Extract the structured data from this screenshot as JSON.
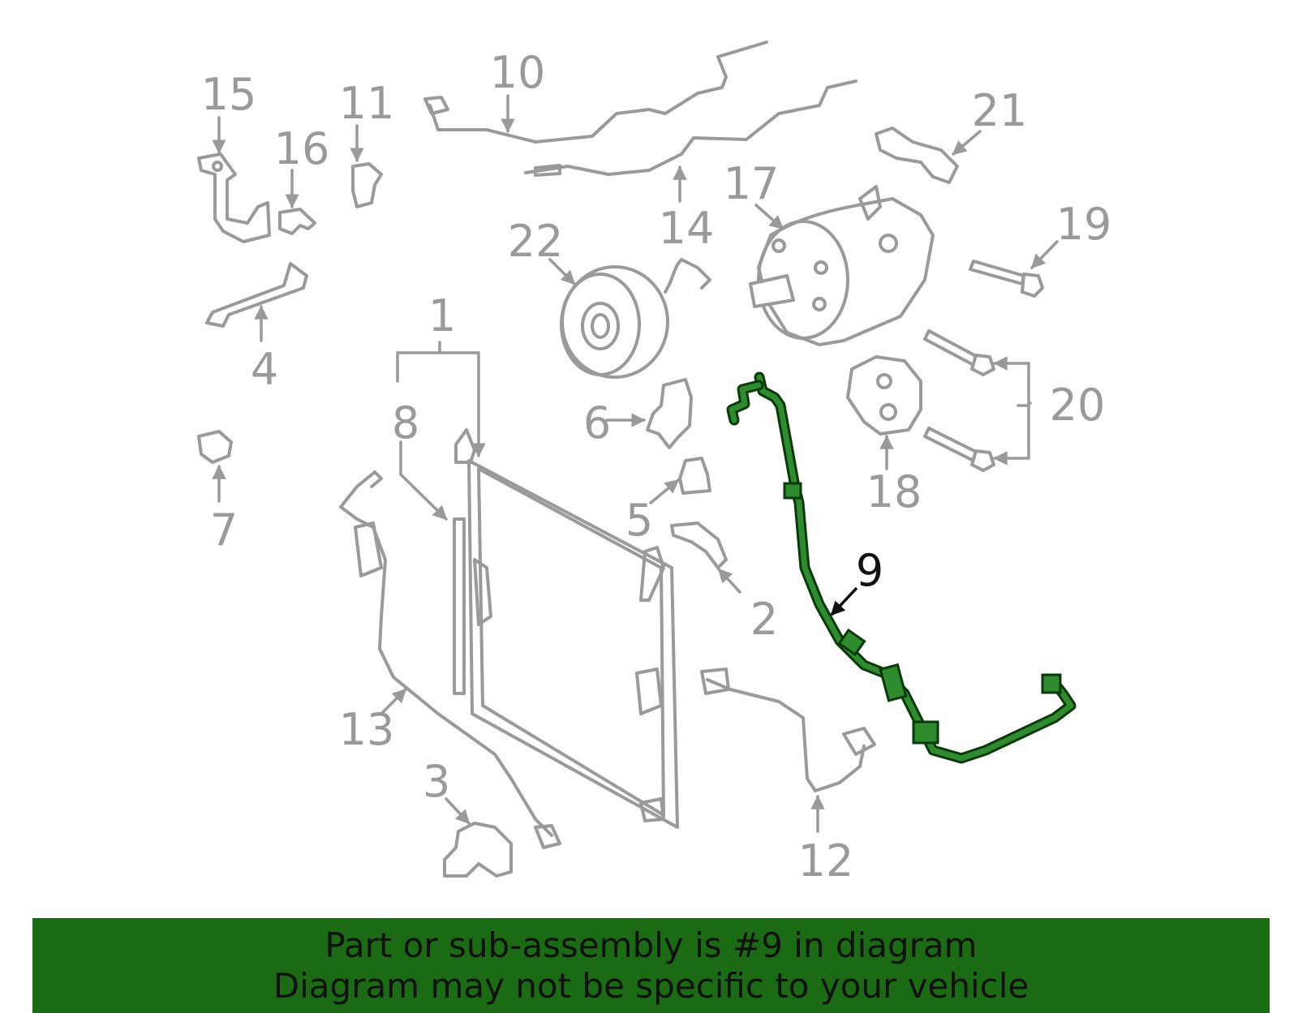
{
  "callouts": [
    {
      "id": "1",
      "label": "1"
    },
    {
      "id": "2",
      "label": "2"
    },
    {
      "id": "3",
      "label": "3"
    },
    {
      "id": "4",
      "label": "4"
    },
    {
      "id": "5",
      "label": "5"
    },
    {
      "id": "6",
      "label": "6"
    },
    {
      "id": "7",
      "label": "7"
    },
    {
      "id": "8",
      "label": "8"
    },
    {
      "id": "9",
      "label": "9",
      "highlighted": true
    },
    {
      "id": "10",
      "label": "10"
    },
    {
      "id": "11",
      "label": "11"
    },
    {
      "id": "12",
      "label": "12"
    },
    {
      "id": "13",
      "label": "13"
    },
    {
      "id": "14",
      "label": "14"
    },
    {
      "id": "15",
      "label": "15"
    },
    {
      "id": "16",
      "label": "16"
    },
    {
      "id": "17",
      "label": "17"
    },
    {
      "id": "18",
      "label": "18"
    },
    {
      "id": "19",
      "label": "19"
    },
    {
      "id": "20",
      "label": "20"
    },
    {
      "id": "21",
      "label": "21"
    },
    {
      "id": "22",
      "label": "22"
    }
  ],
  "banner": {
    "line1": "Part or sub-assembly is #9 in diagram",
    "line2": "Diagram may not be specific to your vehicle"
  },
  "colors": {
    "highlight": "#2e8b2e",
    "banner": "#1b6b14",
    "line_art": "#9a9a9a"
  }
}
